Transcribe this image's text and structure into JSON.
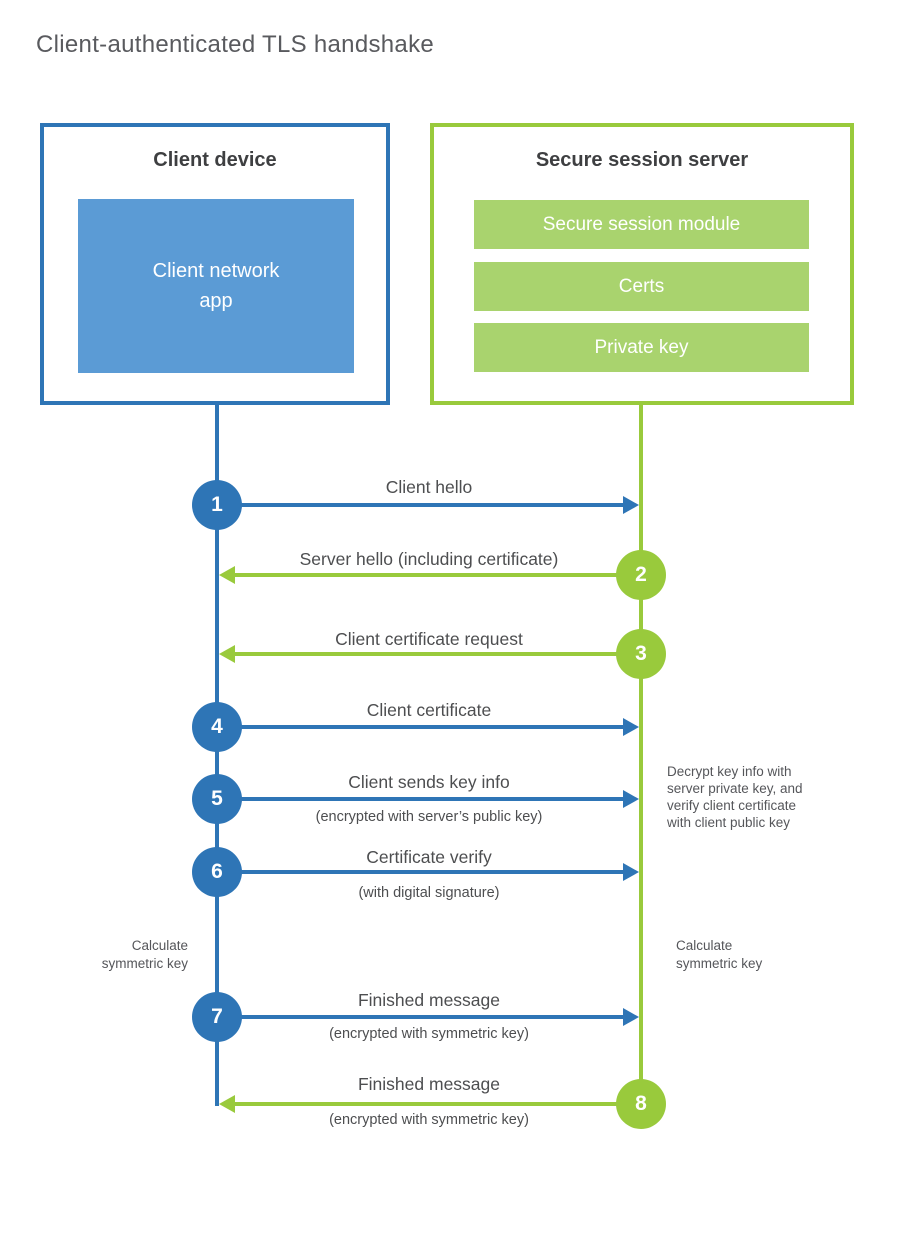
{
  "title": "Client-authenticated TLS handshake",
  "colors": {
    "blue": "#2e75b6",
    "blue_light": "#5b9bd5",
    "green": "#99ca3c",
    "green_light": "#a9d36e",
    "text_dark": "#3e3f41",
    "text_gray": "#55565a"
  },
  "client_box": {
    "title": "Client device",
    "app_label": "Client network\napp"
  },
  "server_box": {
    "title": "Secure session server",
    "modules": [
      "Secure session module",
      "Certs",
      "Private key"
    ]
  },
  "steps": [
    {
      "number": "1",
      "label": "Client hello",
      "direction": "client-to-server"
    },
    {
      "number": "2",
      "label": "Server hello (including certificate)",
      "direction": "server-to-client"
    },
    {
      "number": "3",
      "label": "Client certificate request",
      "direction": "server-to-client"
    },
    {
      "number": "4",
      "label": "Client certificate",
      "direction": "client-to-server"
    },
    {
      "number": "5",
      "label": "Client sends key info",
      "sublabel": "(encrypted with server’s public key)",
      "direction": "client-to-server"
    },
    {
      "number": "6",
      "label": "Certificate verify",
      "sublabel": "(with digital signature)",
      "direction": "client-to-server"
    },
    {
      "number": "7",
      "label": "Finished message",
      "sublabel": "(encrypted with symmetric key)",
      "direction": "client-to-server"
    },
    {
      "number": "8",
      "label": "Finished message",
      "sublabel": "(encrypted with symmetric key)",
      "direction": "server-to-client"
    }
  ],
  "annotations": {
    "client_calculate": "Calculate\nsymmetric key",
    "server_calculate": "Calculate\nsymmetric key",
    "server_decrypt": "Decrypt key info with\nserver private key, and\nverify client certificate\nwith client public key"
  }
}
